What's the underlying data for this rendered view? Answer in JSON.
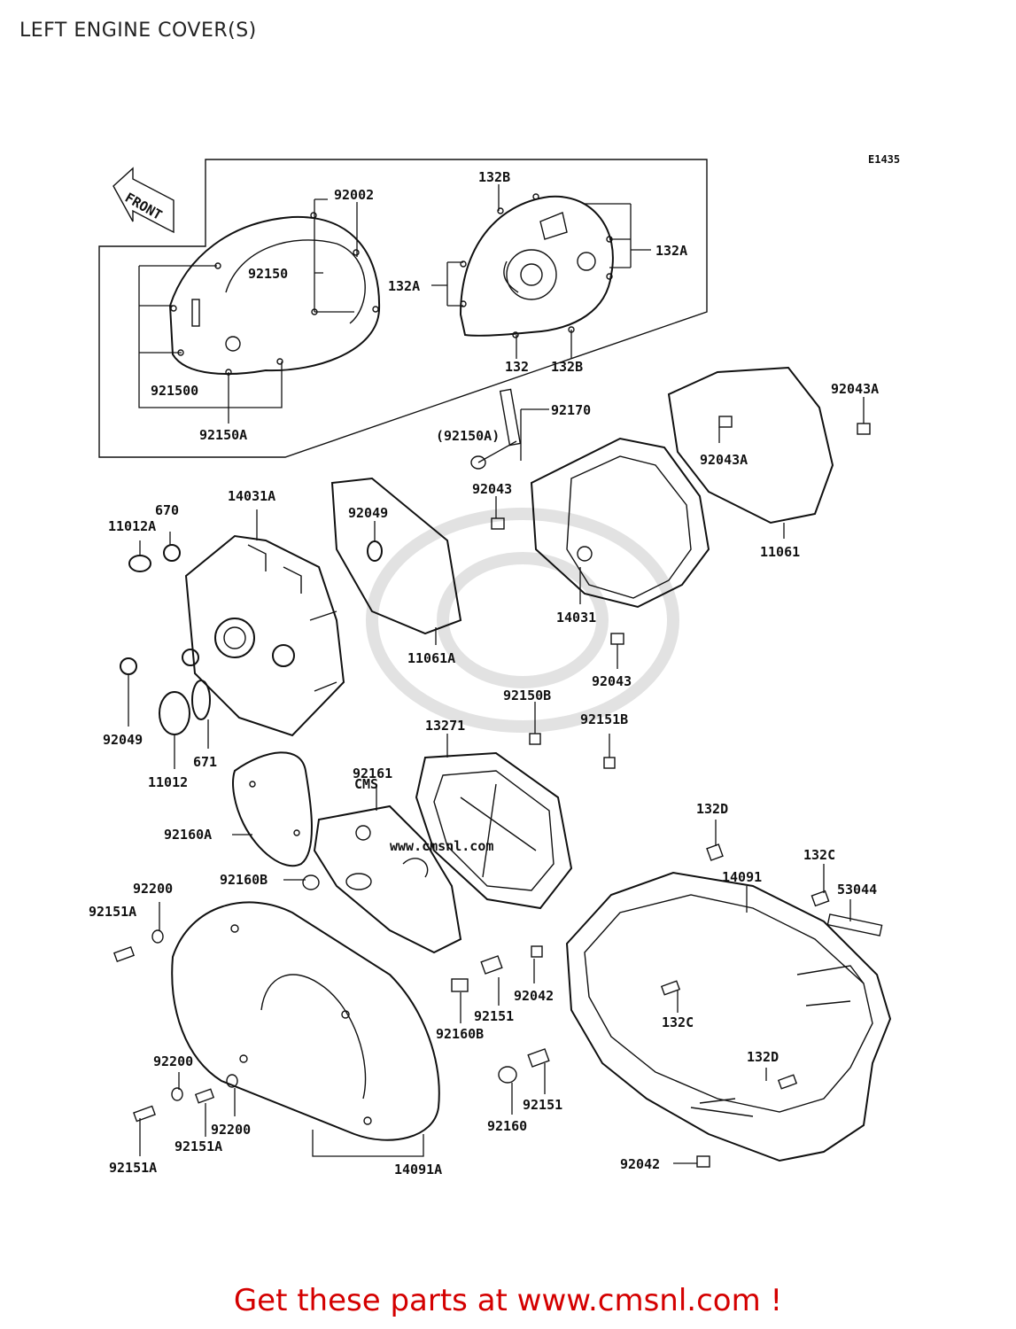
{
  "title": "LEFT ENGINE COVER(S)",
  "diagram_code": "E1435",
  "front_label": "FRONT",
  "watermark_brand": "CMS",
  "watermark_url": "www.cmsnl.com",
  "call_to_action": "Get these parts at www.cmsnl.com !",
  "colors": {
    "cta": "#d40000",
    "line": "#111111",
    "watermark": "#e2e2e2"
  },
  "labels": {
    "l92002": "92002",
    "l132B_top": "132B",
    "l132A_right": "132A",
    "l132A_left": "132A",
    "l92150": "92150",
    "l921500": "921500",
    "l92150A": "92150A",
    "l132": "132",
    "l132B_bottom": "132B",
    "l92170": "92170",
    "l92150A_paren": "(92150A)",
    "l92043A_right": "92043A",
    "l92043A_mid": "92043A",
    "l92043_top": "92043",
    "l92049_top": "92049",
    "l670": "670",
    "l11012A": "11012A",
    "l14031A": "14031A",
    "l11061": "11061",
    "l14031": "14031",
    "l11061A": "11061A",
    "l92043_mid": "92043",
    "l92049_left": "92049",
    "l671": "671",
    "l11012": "11012",
    "l92150B": "92150B",
    "l13271": "13271",
    "l92151B": "92151B",
    "l92161": "92161",
    "l92160A": "92160A",
    "l132D_top": "132D",
    "l132C_top": "132C",
    "l14091": "14091",
    "l53044": "53044",
    "l92200_top": "92200",
    "l92160B_top": "92160B",
    "l92151A_left": "92151A",
    "l92042_mid": "92042",
    "l92151_mid": "92151",
    "l92160B_bottom": "92160B",
    "l132C_mid": "132C",
    "l92200_mid": "92200",
    "l132D_bottom": "132D",
    "l92151_bottom": "92151",
    "l92160": "92160",
    "l92200_bottom": "92200",
    "l92151A_mid": "92151A",
    "l92151A_bottom": "92151A",
    "l14091A": "14091A",
    "l92042_bottom": "92042"
  }
}
